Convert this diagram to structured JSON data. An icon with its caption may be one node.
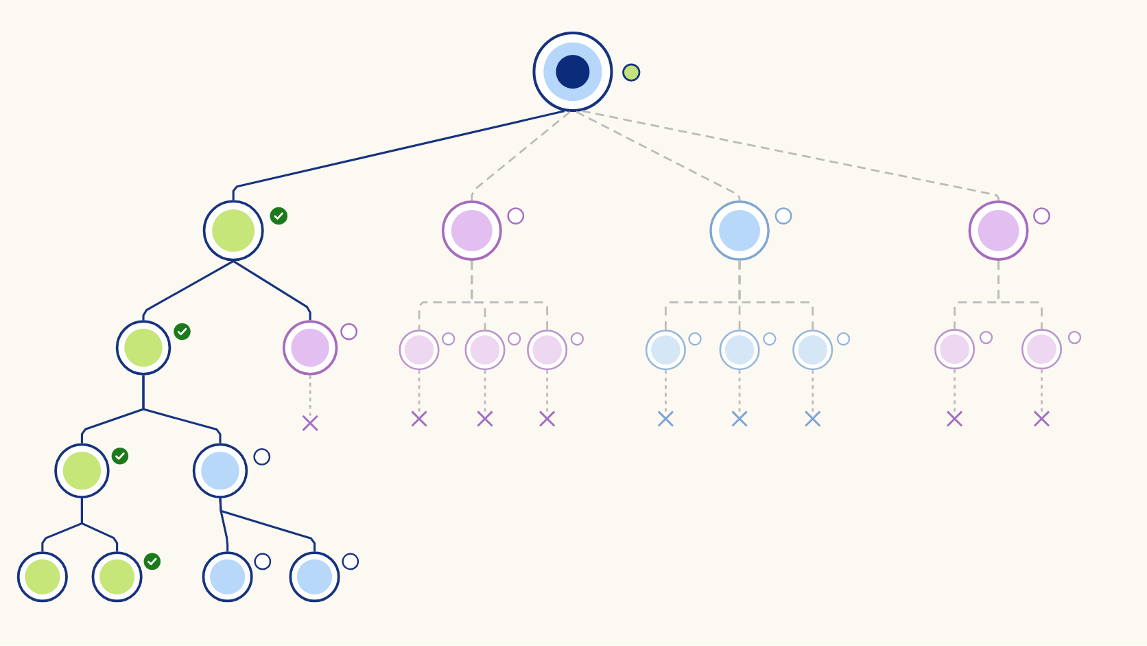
{
  "diagram": {
    "nodes": [
      {
        "text": [],
        "shape": "circle"
      },
      {
        "text": [],
        "shape": "circle"
      },
      {
        "text": [],
        "shape": "circle"
      },
      {
        "text": [],
        "shape": "circle"
      },
      {
        "text": [],
        "shape": "circle"
      },
      {
        "text": [],
        "shape": "circle"
      },
      {
        "text": [],
        "shape": "circle"
      },
      {
        "text": [],
        "shape": "circle"
      },
      {
        "text": [],
        "shape": "circle"
      },
      {
        "text": [],
        "shape": "circle"
      },
      {
        "text": [],
        "shape": "circle"
      },
      {
        "text": [],
        "shape": "circle"
      },
      {
        "text": [],
        "shape": "circle"
      },
      {
        "text": [],
        "shape": "circle"
      },
      {
        "text": [],
        "shape": "circle"
      },
      {
        "text": [],
        "shape": "cross"
      },
      {
        "text": [],
        "shape": "cross"
      },
      {
        "text": [],
        "shape": "cross"
      },
      {
        "text": [],
        "shape": "cross"
      },
      {
        "text": [],
        "shape": "cross"
      },
      {
        "text": [],
        "shape": "cross"
      },
      {
        "text": [],
        "shape": "cross"
      },
      {
        "text": [],
        "shape": "cross"
      },
      {
        "text": [],
        "shape": "cross"
      },
      {
        "text": [],
        "shape": "circle"
      },
      {
        "text": [],
        "shape": "circle"
      },
      {
        "text": [],
        "shape": "circle"
      },
      {
        "text": [],
        "shape": "circle"
      },
      {
        "text": [],
        "shape": "circle"
      },
      {
        "text": [],
        "shape": "circle"
      }
    ],
    "edges": [
      {
        "from": 0,
        "to": 1,
        "arrow": "none",
        "color": "#17337f"
      },
      {
        "from": 0,
        "to": 2,
        "arrow": "none",
        "style": "dashed"
      },
      {
        "from": 0,
        "to": 3,
        "arrow": "none",
        "style": "dashed"
      },
      {
        "from": 0,
        "to": 4,
        "arrow": "none",
        "style": "dashed"
      },
      {
        "from": 1,
        "to": 5,
        "arrow": "none",
        "color": "#17337f"
      },
      {
        "from": 1,
        "to": 6,
        "arrow": "none",
        "color": "#17337f"
      },
      {
        "from": 2,
        "to": 7,
        "arrow": "none",
        "style": "dashed"
      },
      {
        "from": 2,
        "to": 8,
        "arrow": "none",
        "style": "dashed"
      },
      {
        "from": 2,
        "to": 9,
        "arrow": "none",
        "style": "dashed"
      },
      {
        "from": 3,
        "to": 10,
        "arrow": "none",
        "style": "dashed"
      },
      {
        "from": 3,
        "to": 11,
        "arrow": "none",
        "style": "dashed"
      },
      {
        "from": 3,
        "to": 12,
        "arrow": "none",
        "style": "dashed"
      },
      {
        "from": 4,
        "to": 13,
        "arrow": "none",
        "style": "dashed"
      },
      {
        "from": 4,
        "to": 14,
        "arrow": "none",
        "style": "dashed"
      },
      {
        "from": 6,
        "to": 15,
        "arrow": "none",
        "style": "dashed"
      },
      {
        "from": 7,
        "to": 16,
        "arrow": "none",
        "style": "dashed"
      },
      {
        "from": 8,
        "to": 17,
        "arrow": "none",
        "style": "dashed"
      },
      {
        "from": 9,
        "to": 18,
        "arrow": "none",
        "style": "dashed"
      },
      {
        "from": 10,
        "to": 19,
        "arrow": "none",
        "style": "dashed"
      },
      {
        "from": 11,
        "to": 20,
        "arrow": "none",
        "style": "dashed"
      },
      {
        "from": 12,
        "to": 21,
        "arrow": "none",
        "style": "dashed"
      },
      {
        "from": 13,
        "to": 22,
        "arrow": "none",
        "style": "dashed"
      },
      {
        "from": 14,
        "to": 23,
        "arrow": "none",
        "style": "dashed"
      },
      {
        "from": 5,
        "to": 24,
        "arrow": "none",
        "color": "#17337f"
      },
      {
        "from": 5,
        "to": 25,
        "arrow": "none",
        "color": "#17337f"
      },
      {
        "from": 24,
        "to": 26,
        "arrow": "none",
        "color": "#17337f"
      },
      {
        "from": 24,
        "to": 27,
        "arrow": "none",
        "color": "#17337f"
      },
      {
        "from": 25,
        "to": 28,
        "arrow": "none",
        "color": "#17337f"
      },
      {
        "from": 25,
        "to": 29,
        "arrow": "none",
        "color": "#17337f"
      }
    ]
  }
}
